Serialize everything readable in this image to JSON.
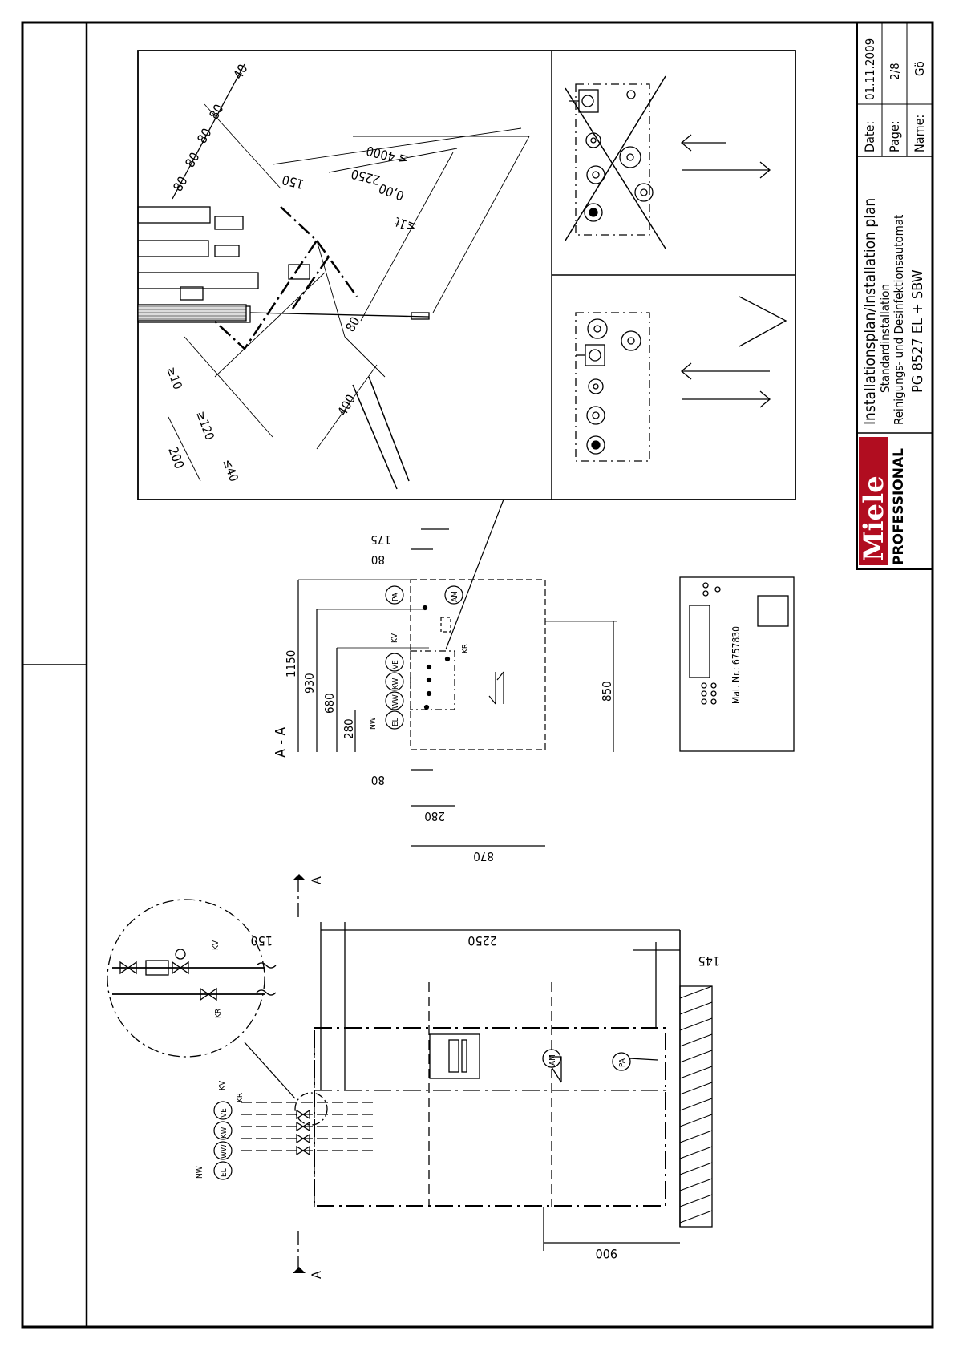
{
  "title_block": {
    "brand": "Miele",
    "brand_sub": "PROFESSIONAL",
    "title_line1": "Installationsplan/Installation plan",
    "title_line2": "Standardinstallation",
    "title_line3": "Reinigungs- und Desinfektionsautomat",
    "title_line4": "PG 8527 EL + SBW",
    "date_label": "Date:",
    "date_value": "01.11.2009",
    "page_label": "Page:",
    "page_value": "2/8",
    "name_label": "Name:",
    "name_value": "Gö"
  },
  "labels": {
    "el": "EL",
    "ww": "WW",
    "kw": "KW",
    "ve": "VE",
    "kv": "KV",
    "kr": "KR",
    "nw": "NW",
    "pa": "PA",
    "am": "AM",
    "section_a": "A",
    "section_aa": "A - A",
    "mat_nr": "Mat. Nr.: 6757830"
  },
  "dimensions": {
    "d2250": "2250",
    "d150": "150",
    "d145": "145",
    "d900": "900",
    "d870": "870",
    "d280": "280",
    "d80": "80",
    "d175": "175",
    "d1150": "1150",
    "d930": "930",
    "d680": "680",
    "d280b": "280",
    "d850": "850",
    "d4000": "≤ 4000",
    "d2250b": "2250",
    "d150b": "150",
    "d80s": "80",
    "d40": "40",
    "d400": "400",
    "d200": "200",
    "d120": "≥120",
    "d10": "≥10",
    "d40b": "≤40",
    "d80b": "80",
    "d00": "0,00",
    "d_diag": "≤1t"
  }
}
